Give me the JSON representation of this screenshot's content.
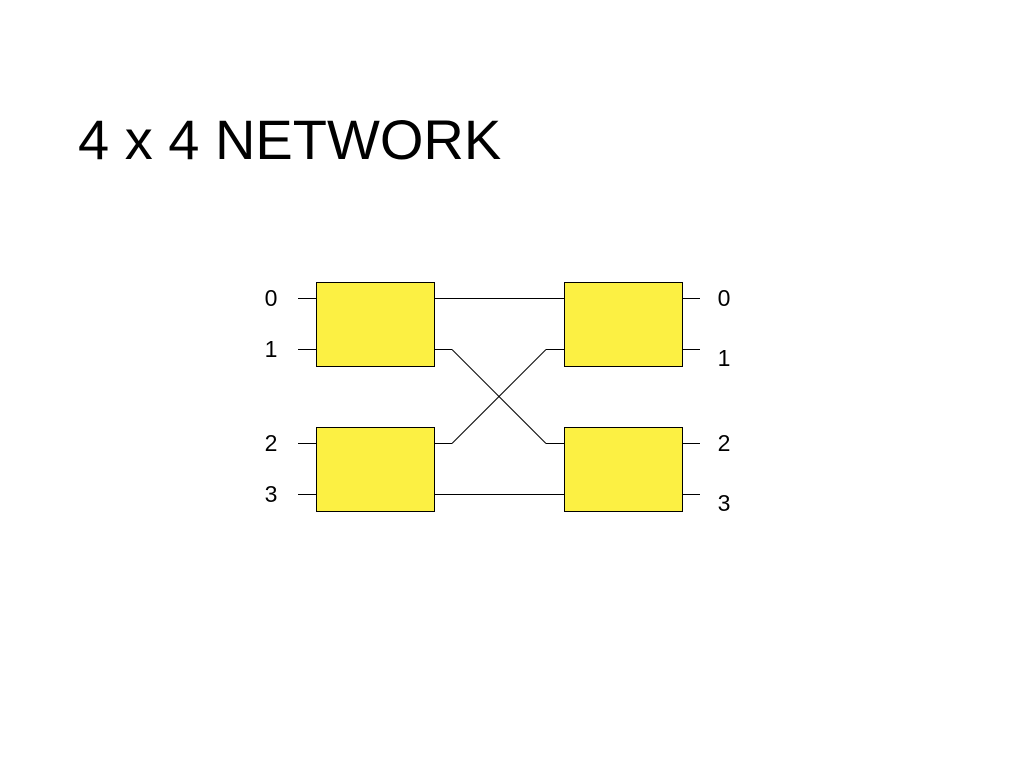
{
  "slide": {
    "title": "4 x 4 NETWORK"
  },
  "network": {
    "switch_fill": "#fcf043",
    "line_color": "#000000",
    "left_ports": [
      "0",
      "1",
      "2",
      "3"
    ],
    "right_ports": [
      "0",
      "1",
      "2",
      "3"
    ],
    "switches": [
      {
        "id": "stage1-top",
        "stage": 1,
        "ports": [
          "0",
          "1"
        ]
      },
      {
        "id": "stage1-bottom",
        "stage": 1,
        "ports": [
          "2",
          "3"
        ]
      },
      {
        "id": "stage2-top",
        "stage": 2,
        "ports": [
          "0",
          "1"
        ]
      },
      {
        "id": "stage2-bottom",
        "stage": 2,
        "ports": [
          "2",
          "3"
        ]
      }
    ],
    "links": [
      {
        "from": "0",
        "to": "0"
      },
      {
        "from": "1",
        "to": "2"
      },
      {
        "from": "2",
        "to": "1"
      },
      {
        "from": "3",
        "to": "3"
      }
    ]
  }
}
